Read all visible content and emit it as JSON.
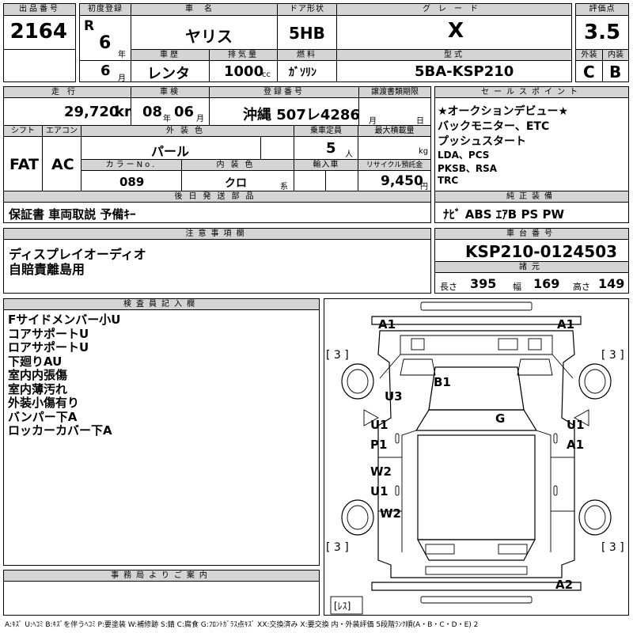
{
  "lot": {
    "label": "出品番号",
    "value": "2164"
  },
  "first_reg": {
    "label": "初度登録",
    "era": "R",
    "year": "6",
    "year_unit": "年",
    "month": "6",
    "month_unit": "月"
  },
  "car_name": {
    "label": "車名",
    "value": "ヤリス"
  },
  "door": {
    "label": "ドア形状",
    "value": "5HB"
  },
  "grade": {
    "label": "グレード",
    "value": "X"
  },
  "score": {
    "label": "評価点",
    "value": "3.5"
  },
  "history": {
    "label": "車歴",
    "value": "レンタ"
  },
  "displacement": {
    "label": "排気量",
    "value": "1000",
    "unit": "cc"
  },
  "fuel": {
    "label": "燃料",
    "value": "ｶﾞｿﾘﾝ"
  },
  "model": {
    "label": "型式",
    "value": "5BA-KSP210"
  },
  "exterior_grade": {
    "label": "外装",
    "value": "C"
  },
  "interior_grade": {
    "label": "内装",
    "value": "B"
  },
  "mileage": {
    "label": "走行",
    "value": "29,720",
    "unit": "km"
  },
  "inspection": {
    "label": "車検",
    "year": "08",
    "year_unit": "年",
    "month": "06",
    "month_unit": "月"
  },
  "registration": {
    "label": "登録番号",
    "value": "沖縄 507レ4286"
  },
  "transfer_docs": {
    "label": "譲渡書類期限",
    "month_unit": "月",
    "day_unit": "日"
  },
  "shift": {
    "label": "シフト",
    "value": "FAT"
  },
  "ac": {
    "label": "エアコン",
    "value": "AC"
  },
  "ext_color": {
    "label": "外装色",
    "value": "パール"
  },
  "capacity": {
    "label": "乗車定員",
    "value": "5",
    "unit": "人"
  },
  "max_load": {
    "label": "最大積載量",
    "value": "",
    "unit": "kg"
  },
  "color_no": {
    "label": "カラーNo.",
    "value": "089"
  },
  "int_color": {
    "label": "内装色",
    "value": "クロ",
    "unit": "系"
  },
  "import": {
    "label": "輸入車",
    "value": ""
  },
  "recycle": {
    "label": "リサイクル預託金",
    "value": "9,450",
    "unit": "円"
  },
  "selling_points": {
    "label": "セールスポイント",
    "lines": [
      "★オークションデビュー★",
      "バックモニター、ETC",
      "プッシュスタート",
      "LDA、PCS",
      "PKSB、RSA",
      "TRC"
    ]
  },
  "later_parts": {
    "label": "後日発送部品",
    "value": "保証書 車両取説 予備ｷｰ"
  },
  "genuine_equipment": {
    "label": "純正装備",
    "value": "ﾅﾋﾞ ABS ｴｱB PS PW"
  },
  "notes": {
    "label": "注意事項欄",
    "lines": [
      "ディスプレイオーディオ",
      "自賠責離島用"
    ]
  },
  "chassis": {
    "label": "車台番号",
    "value": "KSP210-0124503"
  },
  "specs": {
    "label": "諸元",
    "length_label": "長さ",
    "length": "395",
    "width_label": "幅",
    "width": "169",
    "height_label": "高さ",
    "height": "149"
  },
  "inspector": {
    "label": "検査員記入欄",
    "lines": [
      "Fサイドメンバー小U",
      "コアサポートU",
      "ロアサポートU",
      "下廻りAU",
      "室内内張傷",
      "室内薄汚れ",
      "外装小傷有り",
      "バンパー下A",
      "ロッカーカバー下A"
    ]
  },
  "office": {
    "label": "事務局よりご案内"
  },
  "diagram": {
    "marks": {
      "front_left": "A1",
      "front_right": "A1",
      "tire_fl": "[ 3 ]",
      "tire_fr": "[ 3 ]",
      "fender_left": "U3",
      "bonnet": "B1",
      "roof": "G",
      "front_door_left_1": "U1",
      "front_door_left_2": "P1",
      "front_door_right_1": "U1",
      "front_door_right_2": "A1",
      "rear_door_left_1": "W2",
      "rear_door_left_2": "U1",
      "rear_fender_left": "W2",
      "tire_rl": "[ 3 ]",
      "tire_rr": "[ 3 ]",
      "rear_bumper": "A2",
      "spare": "[ﾚｽ]"
    }
  },
  "legend": "A:ｷｽﾞ U:ﾍｺﾐ B:ｷｽﾞを伴うﾍｺﾐ P:要塗装 W:補修跡 S:錆 C:腐食 G:ﾌﾛﾝﾄｶﾞﾗｽ点ｷｽﾞ XX:交換済み X:要交換 内・外装評価 5段階ﾗﾝｸ順(A・B・C・D・E) 2"
}
